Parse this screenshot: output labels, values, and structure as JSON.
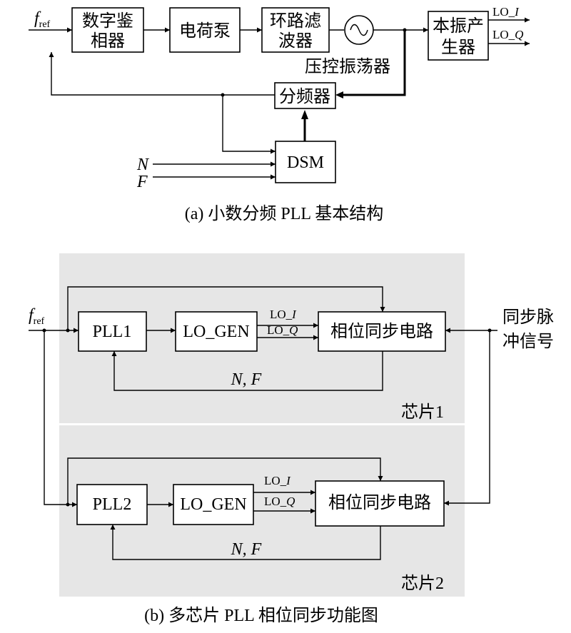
{
  "top": {
    "input_f": "f",
    "input_f_sub": "ref",
    "pfd_line1": "数字鉴",
    "pfd_line2": "相器",
    "charge_pump": "电荷泵",
    "loop_filter_line1": "环路滤",
    "loop_filter_line2": "波器",
    "vco_label": "压控振荡器",
    "lo_gen_line1": "本振产",
    "lo_gen_line2": "生器",
    "lo_i_prefix": "LO_",
    "lo_i_suffix": "I",
    "lo_q_prefix": "LO_",
    "lo_q_suffix": "Q",
    "divider": "分频器",
    "dsm": "DSM",
    "input_n": "N",
    "input_f2": "F",
    "caption": "(a) 小数分频 PLL 基本结构"
  },
  "bottom": {
    "input_f": "f",
    "input_f_sub": "ref",
    "sync_pulse_line1": "同步脉",
    "sync_pulse_line2": "冲信号",
    "chip1": {
      "pll": "PLL1",
      "lo_gen": "LO_GEN",
      "lo_i_prefix": "LO_",
      "lo_i_suffix": "I",
      "lo_q_prefix": "LO_",
      "lo_q_suffix": "Q",
      "phase_sync": "相位同步电路",
      "nf_label": "N, F",
      "chip_label": "芯片1"
    },
    "chip2": {
      "pll": "PLL2",
      "lo_gen": "LO_GEN",
      "lo_i_prefix": "LO_",
      "lo_i_suffix": "I",
      "lo_q_prefix": "LO_",
      "lo_q_suffix": "Q",
      "phase_sync": "相位同步电路",
      "nf_label": "N, F",
      "chip_label": "芯片2"
    },
    "caption": "(b) 多芯片 PLL 相位同步功能图"
  }
}
